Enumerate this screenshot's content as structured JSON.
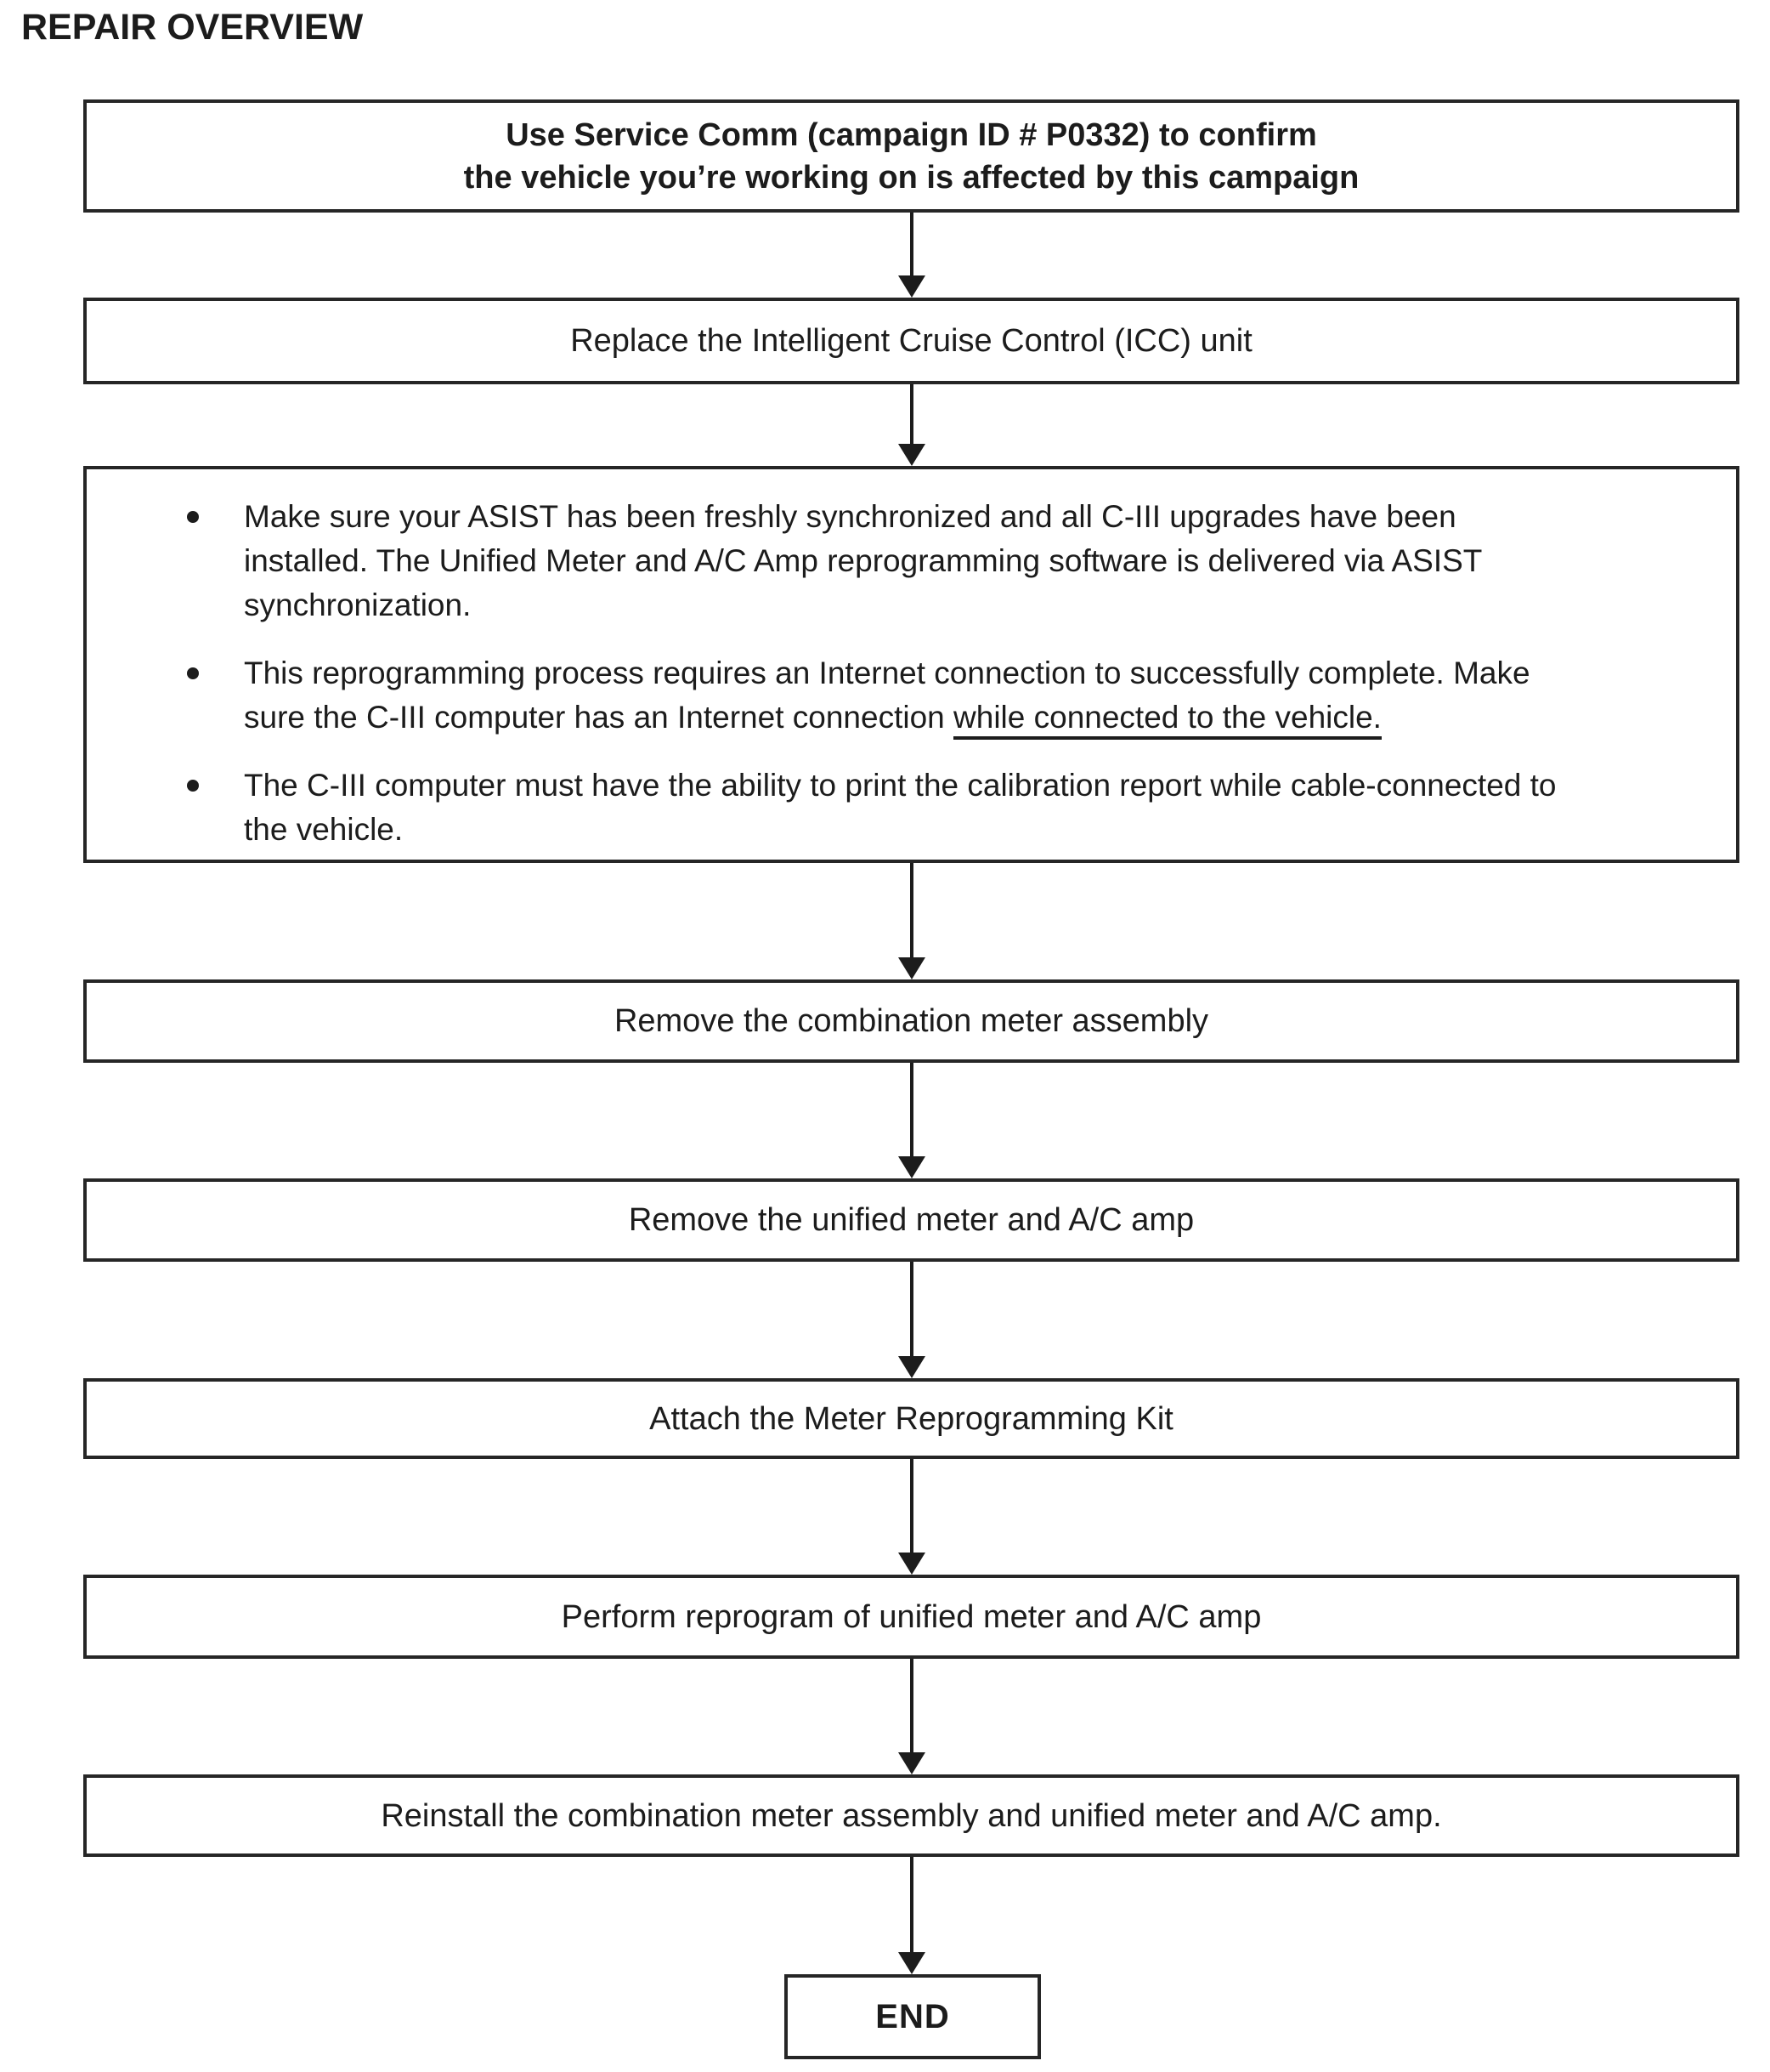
{
  "page": {
    "title": "REPAIR OVERVIEW"
  },
  "colors": {
    "ink": "#1c1c1c",
    "box_border": "#262626",
    "background": "#ffffff"
  },
  "flow": {
    "step1": {
      "line1": "Use Service Comm (campaign ID # P0332) to confirm",
      "line2": "the vehicle you’re working on is affected by this campaign"
    },
    "step2": "Replace the Intelligent Cruise Control (ICC) unit",
    "notes": {
      "b1": {
        "l1": "Make sure your ASIST has been freshly synchronized and all C-III upgrades have been",
        "l2": "installed. The Unified Meter and A/C Amp reprogramming software is delivered via ASIST",
        "l3": "synchronization."
      },
      "b2": {
        "l1": "This reprogramming process requires an Internet connection to successfully complete. Make",
        "l2a": "sure the C-III computer has an Internet connection ",
        "l2b": "while connected to the vehicle."
      },
      "b3": {
        "l1": "The C-III computer must have the ability to print the calibration report while cable-connected to",
        "l2": "the vehicle."
      }
    },
    "step4": "Remove the combination meter assembly",
    "step5": "Remove the unified meter and A/C amp",
    "step6": "Attach the Meter Reprogramming Kit",
    "step7": "Perform reprogram of unified meter and A/C amp",
    "step8": "Reinstall the combination meter assembly and unified meter and A/C amp.",
    "end": "END"
  }
}
